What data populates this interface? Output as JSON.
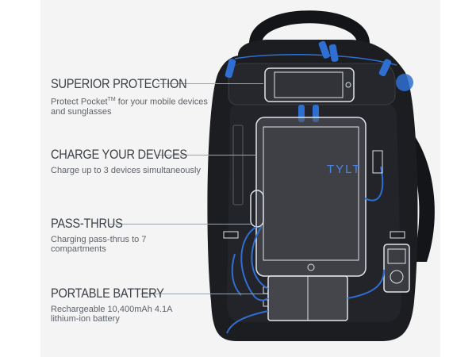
{
  "features": [
    {
      "title": "SUPERIOR PROTECTION",
      "desc_before": "Protect Pocket",
      "desc_sup": "TM",
      "desc_after": " for your mobile devices and sunglasses"
    },
    {
      "title": "CHARGE YOUR DEVICES",
      "desc": "Charge up to 3 devices simultaneously"
    },
    {
      "title": "PASS-THRUS",
      "desc": "Charging pass-thrus to 7 compartments"
    },
    {
      "title": "PORTABLE BATTERY",
      "desc": "Rechargeable 10,400mAh 4.1A lithium-ion battery"
    }
  ],
  "brand": "TYLT",
  "colors": {
    "bag_body": "#1c1d21",
    "accent_blue": "#2f6fd1",
    "outline": "#dfe3e8",
    "text_heading": "#3c4147",
    "text_body": "#5e6269"
  }
}
